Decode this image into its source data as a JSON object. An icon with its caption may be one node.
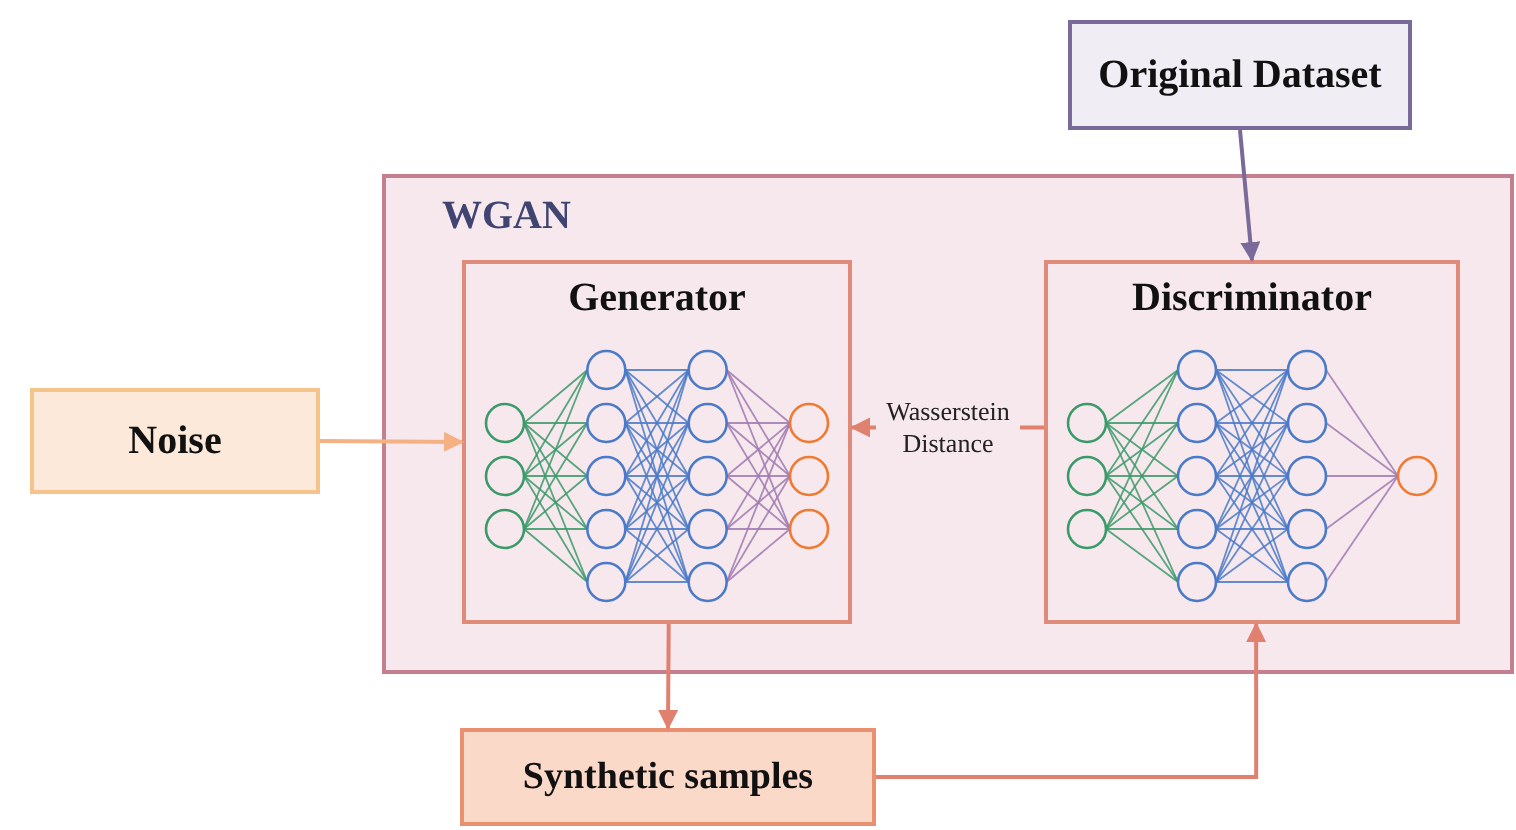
{
  "diagram": {
    "nodes": [
      {
        "text": [
          "Original Dataset"
        ]
      },
      {
        "text": [
          "WGAN"
        ]
      },
      {
        "text": [
          "Generator"
        ],
        "in": 1
      },
      {
        "text": [
          "Discriminator"
        ],
        "in": 1
      },
      {
        "text": [
          "Noise"
        ]
      },
      {
        "text": [
          "Synthetic samples"
        ]
      }
    ],
    "edges": [
      {
        "from": 0,
        "to": 3,
        "arrow": "to",
        "color": "#7a6a9a"
      },
      {
        "from": 4,
        "to": 2,
        "arrow": "to",
        "color": "#f4b183"
      },
      {
        "from": 3,
        "to": 2,
        "arrow": "to",
        "label": "Wasserstein Distance"
      },
      {
        "from": 2,
        "to": 5,
        "arrow": "to"
      },
      {
        "from": 5,
        "to": 3,
        "arrow": "to"
      }
    ]
  }
}
